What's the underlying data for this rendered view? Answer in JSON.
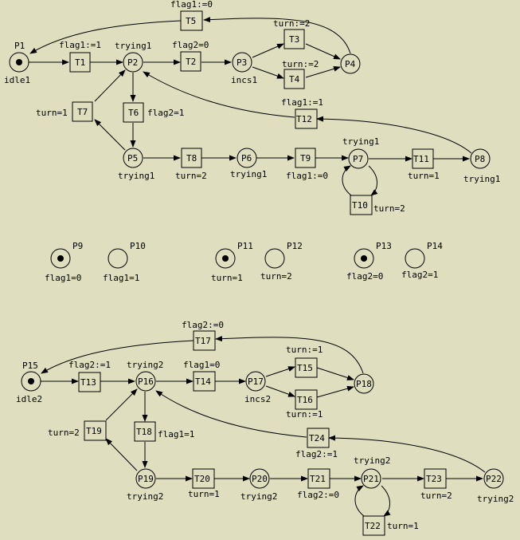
{
  "net1": {
    "places": {
      "P1": {
        "label": "P1",
        "sub": "idle1",
        "token": true
      },
      "P2": {
        "label": "P2",
        "sub": "trying1"
      },
      "P3": {
        "label": "P3",
        "sub": "incs1"
      },
      "P4": {
        "label": "P4"
      },
      "P5": {
        "label": "P5",
        "sub": "trying1"
      },
      "P6": {
        "label": "P6",
        "sub": "trying1"
      },
      "P7": {
        "label": "P7",
        "sub": "trying1"
      },
      "P8": {
        "label": "P8",
        "sub": "trying1"
      }
    },
    "transitions": {
      "T1": {
        "label": "T1",
        "note": "flag1:=1"
      },
      "T2": {
        "label": "T2",
        "note": "flag2=0"
      },
      "T3": {
        "label": "T3",
        "note": "turn:=2"
      },
      "T4": {
        "label": "T4",
        "note": "turn:=2"
      },
      "T5": {
        "label": "T5",
        "note": "flag1:=0"
      },
      "T6": {
        "label": "T6",
        "note": "flag2=1"
      },
      "T7": {
        "label": "T7",
        "note": "turn=1"
      },
      "T8": {
        "label": "T8",
        "note": "turn=2"
      },
      "T9": {
        "label": "T9",
        "note": "flag1:=0"
      },
      "T10": {
        "label": "T10",
        "note": "turn=2"
      },
      "T11": {
        "label": "T11",
        "note": "turn=1"
      },
      "T12": {
        "label": "T12",
        "note": "flag1:=1"
      }
    }
  },
  "shared": {
    "P9": {
      "label": "P9",
      "sub": "flag1=0",
      "token": true
    },
    "P10": {
      "label": "P10",
      "sub": "flag1=1"
    },
    "P11": {
      "label": "P11",
      "sub": "turn=1",
      "token": true
    },
    "P12": {
      "label": "P12",
      "sub": "turn=2"
    },
    "P13": {
      "label": "P13",
      "sub": "flag2=0",
      "token": true
    },
    "P14": {
      "label": "P14",
      "sub": "flag2=1"
    }
  },
  "net2": {
    "places": {
      "P15": {
        "label": "P15",
        "sub": "idle2",
        "token": true
      },
      "P16": {
        "label": "P16",
        "sub": "trying2"
      },
      "P17": {
        "label": "P17",
        "sub": "incs2"
      },
      "P18": {
        "label": "P18"
      },
      "P19": {
        "label": "P19",
        "sub": "trying2"
      },
      "P20": {
        "label": "P20",
        "sub": "trying2"
      },
      "P21": {
        "label": "P21",
        "sub": "trying2"
      },
      "P22": {
        "label": "P22",
        "sub": "trying2"
      }
    },
    "transitions": {
      "T13": {
        "label": "T13",
        "note": "flag2:=1"
      },
      "T14": {
        "label": "T14",
        "note": "flag1=0"
      },
      "T15": {
        "label": "T15",
        "note": "turn:=1"
      },
      "T16": {
        "label": "T16",
        "note": "turn:=1"
      },
      "T17": {
        "label": "T17",
        "note": "flag2:=0"
      },
      "T18": {
        "label": "T18",
        "note": "flag1=1"
      },
      "T19": {
        "label": "T19",
        "note": "turn=2"
      },
      "T20": {
        "label": "T20",
        "note": "turn=1"
      },
      "T21": {
        "label": "T21",
        "note": "flag2:=0"
      },
      "T22": {
        "label": "T22",
        "note": "turn=1"
      },
      "T23": {
        "label": "T23",
        "note": "turn=2"
      },
      "T24": {
        "label": "T24",
        "note": "flag2:=1"
      }
    }
  }
}
